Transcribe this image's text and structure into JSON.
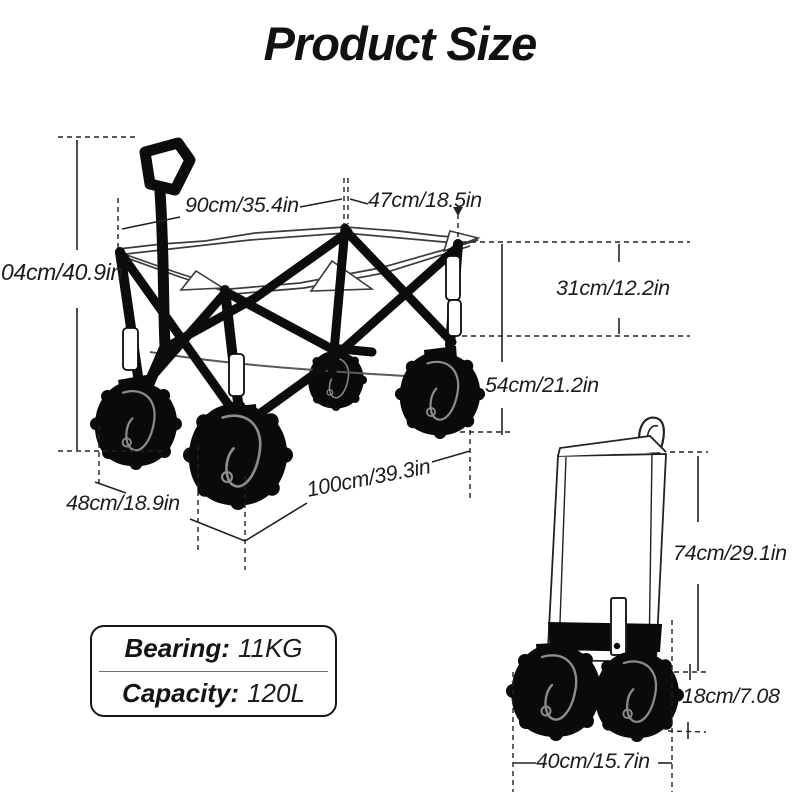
{
  "title": "Product Size",
  "open_wagon": {
    "height_total": "04cm/40.9in",
    "top_length": "90cm/35.4in",
    "top_width": "47cm/18.5in",
    "basket_depth": "31cm/12.2in",
    "rim_height": "54cm/21.2in",
    "wheel_track_width": "48cm/18.9in",
    "bottom_length": "100cm/39.3in"
  },
  "folded_wagon": {
    "folded_height": "74cm/29.1in",
    "wheel_height": "18cm/7.08",
    "folded_width": "40cm/15.7in"
  },
  "specs": {
    "bearing_label": "Bearing:",
    "bearing_value": "11KG",
    "capacity_label": "Capacity:",
    "capacity_value": "120L"
  },
  "colors": {
    "ink": "#1a1a1a",
    "fork_gray": "#8c8c8c"
  }
}
